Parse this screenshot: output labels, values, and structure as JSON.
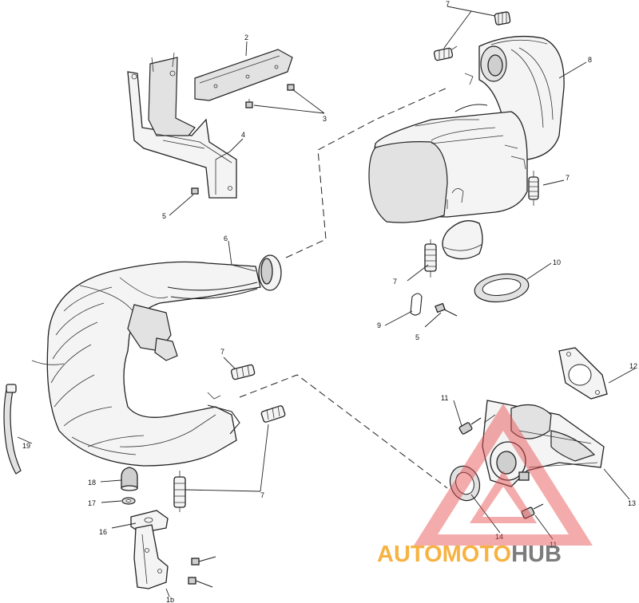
{
  "callouts": {
    "c1b": "1b",
    "c2": "2",
    "c3": "3",
    "c4": "4",
    "c5a": "5",
    "c5b": "5",
    "c6": "6",
    "c7a": "7",
    "c7b": "7",
    "c7c": "7",
    "c7d": "7",
    "c7e": "7",
    "c8": "8",
    "c9": "9",
    "c10": "10",
    "c11a": "11",
    "c11b": "11",
    "c12": "12",
    "c13": "13",
    "c14": "14",
    "c16": "16",
    "c17": "17",
    "c18": "18",
    "c19": "19"
  },
  "watermark": {
    "part1": "AUTO",
    "part2": "MOTO",
    "part3": "HUB",
    "color_primary": "#f5a623",
    "color_secondary": "#666666",
    "triangle_color": "#e84a4a"
  }
}
